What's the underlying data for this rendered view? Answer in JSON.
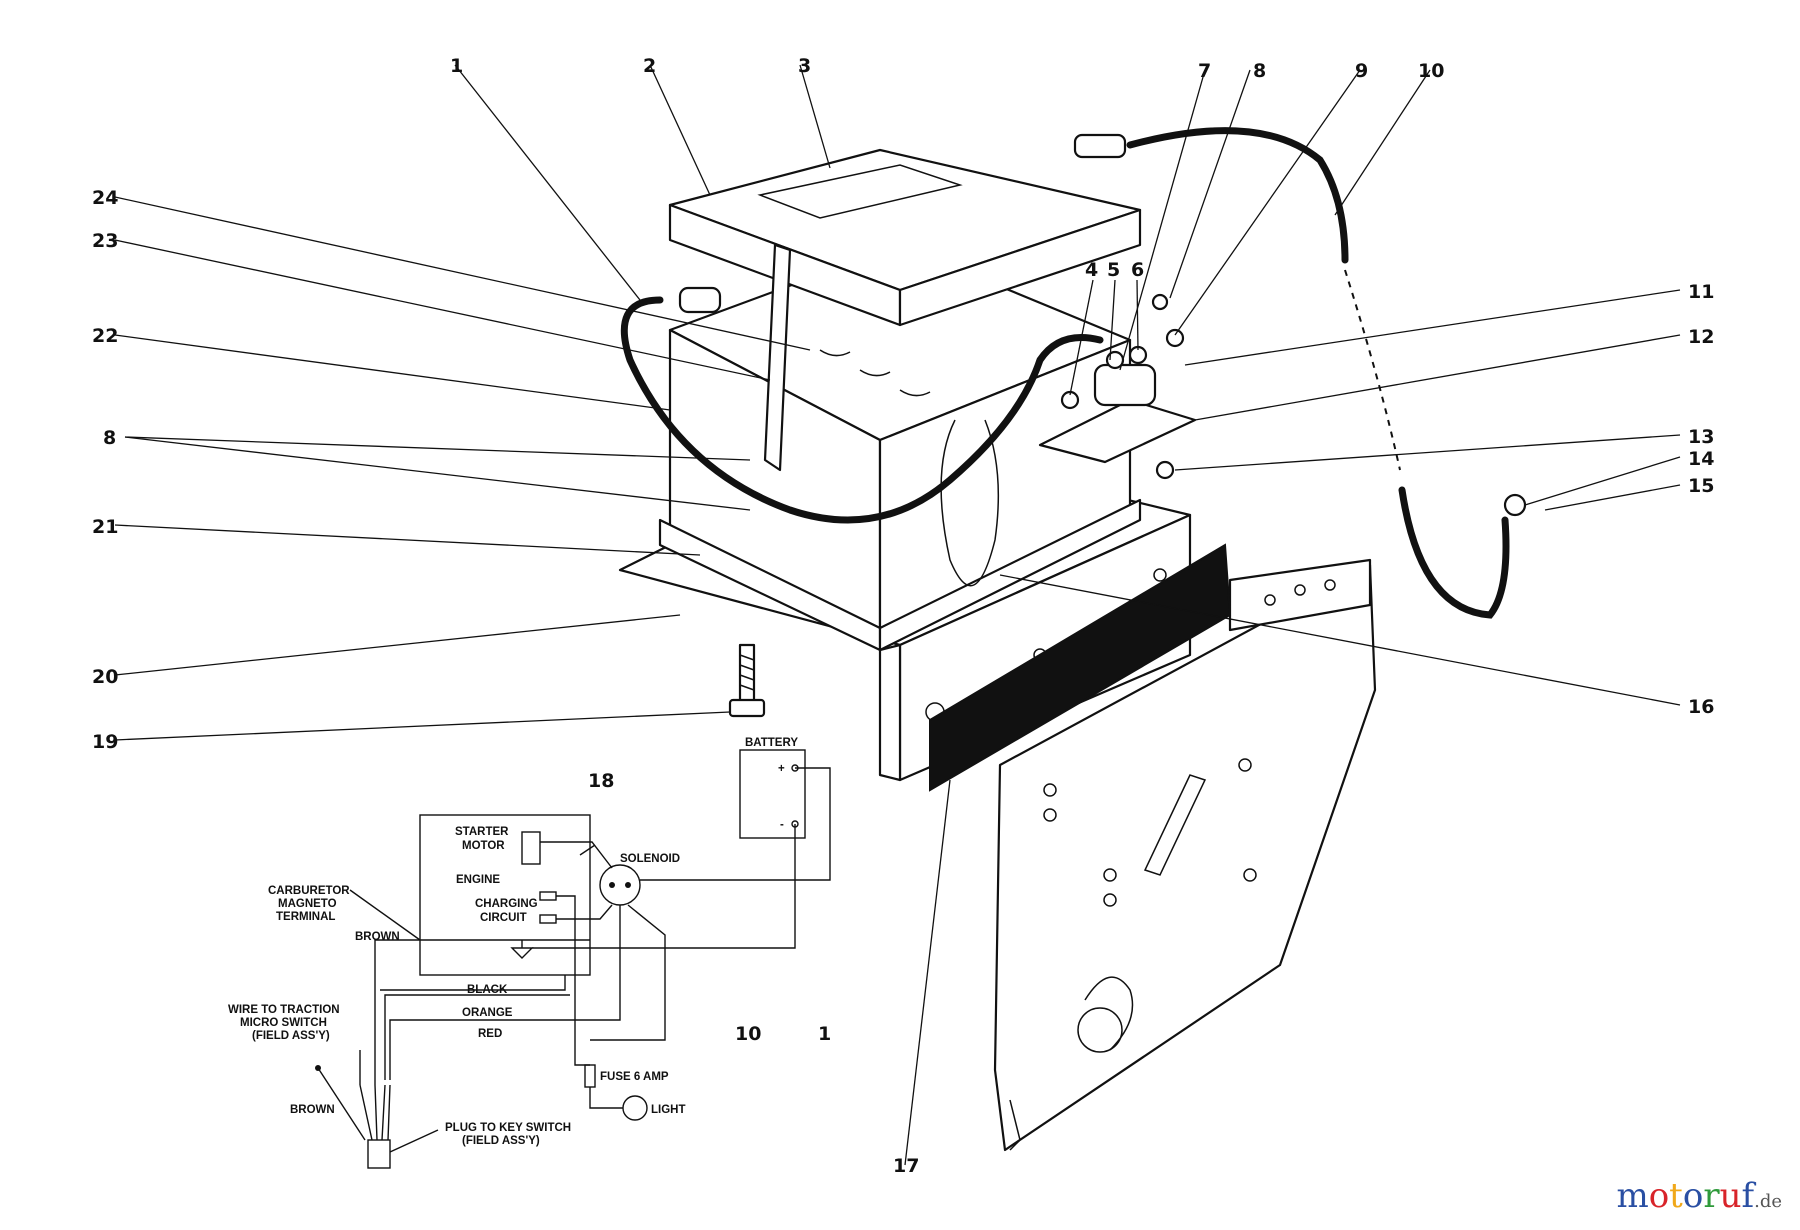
{
  "callouts": {
    "c1": "1",
    "c2": "2",
    "c3": "3",
    "c7": "7",
    "c8": "8",
    "c9": "9",
    "c10": "10",
    "c4": "4",
    "c5": "5",
    "c6": "6",
    "c11": "11",
    "c12": "12",
    "c13": "13",
    "c14": "14",
    "c15": "15",
    "c16": "16",
    "c17": "17",
    "c18": "18",
    "c19": "19",
    "c20": "20",
    "c21": "21",
    "c22": "22",
    "c23": "23",
    "c24": "24",
    "c8left": "8",
    "c10b": "10",
    "c1b": "1"
  },
  "wiring": {
    "battery": "BATTERY",
    "plus": "+",
    "minus": "-",
    "starter_motor_1": "STARTER",
    "starter_motor_2": "MOTOR",
    "solenoid": "SOLENOID",
    "engine": "ENGINE",
    "charging_1": "CHARGING",
    "charging_2": "CIRCUIT",
    "carb_1": "CARBURETOR",
    "carb_2": "MAGNETO",
    "carb_3": "TERMINAL",
    "brown_top": "BROWN",
    "black": "BLACK",
    "orange": "ORANGE",
    "red": "RED",
    "traction_1": "WIRE TO TRACTION",
    "traction_2": "MICRO SWITCH",
    "traction_3": "(FIELD ASS'Y)",
    "brown_bottom": "BROWN",
    "fuse": "FUSE 6 AMP",
    "light": "LIGHT",
    "plug_1": "PLUG TO KEY SWITCH",
    "plug_2": "(FIELD ASS'Y)"
  },
  "watermark": {
    "parts": [
      {
        "text": "m",
        "color": "#2a4fa3"
      },
      {
        "text": "o",
        "color": "#d8242a"
      },
      {
        "text": "t",
        "color": "#f0a81a"
      },
      {
        "text": "o",
        "color": "#2a4fa3"
      },
      {
        "text": "r",
        "color": "#2e9a3a"
      },
      {
        "text": "u",
        "color": "#d8242a"
      },
      {
        "text": "f",
        "color": "#2a4fa3"
      },
      {
        "text": ".de",
        "color": "#555555"
      }
    ]
  }
}
